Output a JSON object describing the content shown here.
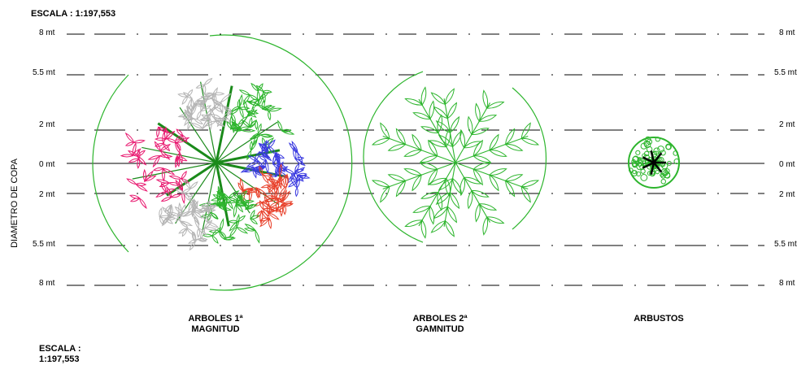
{
  "scale_top": "ESCALA : 1:197,553",
  "scale_bottom_line1": "ESCALA :",
  "scale_bottom_line2": "1:197,553",
  "axis_title": "DIAMETRO DE COPA",
  "levels": [
    "8 mt",
    "5.5 mt",
    "2 mt",
    "0 mt",
    "2 mt",
    "5.5 mt",
    "8 mt"
  ],
  "captions": {
    "first": [
      "ARBOLES 1ª",
      "MAGNITUD"
    ],
    "second": [
      "ARBOLES 2ª",
      "GAMNITUD"
    ],
    "third": "ARBUSTOS"
  },
  "colors": {
    "green": "#2db52d",
    "magenta": "#e8186f",
    "grey": "#b5b5b5",
    "blue": "#3a3ae0",
    "red": "#e8402a",
    "dark_green": "#1a8a1a"
  }
}
